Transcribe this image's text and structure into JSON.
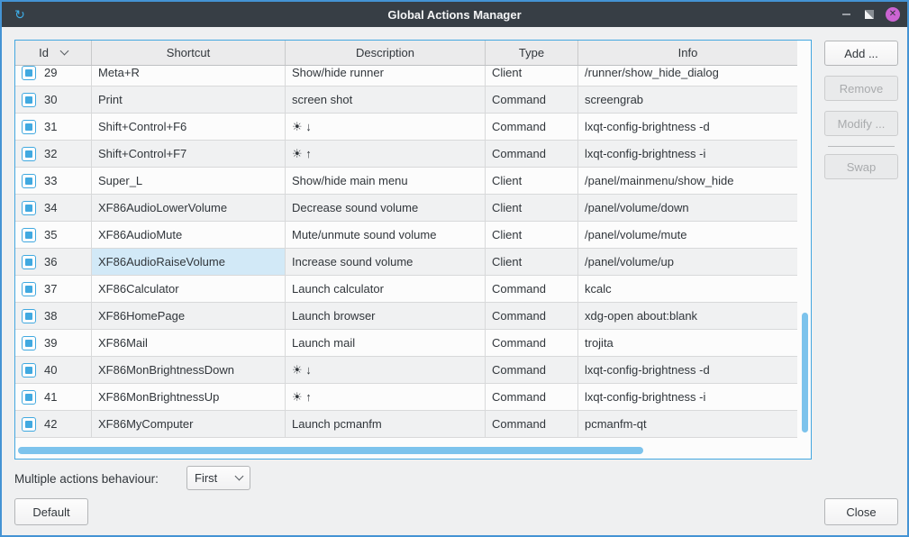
{
  "window": {
    "title": "Global Actions Manager",
    "icon": "circular-arrow",
    "controls": {
      "minimize": "minimize",
      "restore": "restore",
      "close_glyph": "✕"
    }
  },
  "colors": {
    "accent_blue": "#3daee9",
    "titlebar": "#373e45",
    "close_button": "#cb64d2",
    "selection_cell": "#d2e9f7",
    "scrollbar": "#7dc3ec",
    "window_border": "#4493d4"
  },
  "table": {
    "columns": [
      {
        "key": "id",
        "label": "Id",
        "sorted": true
      },
      {
        "key": "shortcut",
        "label": "Shortcut"
      },
      {
        "key": "description",
        "label": "Description"
      },
      {
        "key": "type",
        "label": "Type"
      },
      {
        "key": "info",
        "label": "Info"
      }
    ],
    "selected_cell": {
      "row_id": "36",
      "column": "shortcut"
    },
    "rows": [
      {
        "checked": true,
        "id": "29",
        "shortcut": "Meta+R",
        "description": "Show/hide runner",
        "type": "Client",
        "info": "/runner/show_hide_dialog"
      },
      {
        "checked": true,
        "id": "30",
        "shortcut": "Print",
        "description": "screen shot",
        "type": "Command",
        "info": "screengrab"
      },
      {
        "checked": true,
        "id": "31",
        "shortcut": "Shift+Control+F6",
        "description": "☀ ↓",
        "type": "Command",
        "info": "lxqt-config-brightness -d"
      },
      {
        "checked": true,
        "id": "32",
        "shortcut": "Shift+Control+F7",
        "description": "☀ ↑",
        "type": "Command",
        "info": "lxqt-config-brightness -i"
      },
      {
        "checked": true,
        "id": "33",
        "shortcut": "Super_L",
        "description": "Show/hide main menu",
        "type": "Client",
        "info": "/panel/mainmenu/show_hide"
      },
      {
        "checked": true,
        "id": "34",
        "shortcut": "XF86AudioLowerVolume",
        "description": "Decrease sound volume",
        "type": "Client",
        "info": "/panel/volume/down"
      },
      {
        "checked": true,
        "id": "35",
        "shortcut": "XF86AudioMute",
        "description": "Mute/unmute sound volume",
        "type": "Client",
        "info": "/panel/volume/mute"
      },
      {
        "checked": true,
        "id": "36",
        "shortcut": "XF86AudioRaiseVolume",
        "description": "Increase sound volume",
        "type": "Client",
        "info": "/panel/volume/up"
      },
      {
        "checked": true,
        "id": "37",
        "shortcut": "XF86Calculator",
        "description": "Launch calculator",
        "type": "Command",
        "info": "kcalc"
      },
      {
        "checked": true,
        "id": "38",
        "shortcut": "XF86HomePage",
        "description": "Launch browser",
        "type": "Command",
        "info": "xdg-open about:blank"
      },
      {
        "checked": true,
        "id": "39",
        "shortcut": "XF86Mail",
        "description": "Launch mail",
        "type": "Command",
        "info": "trojita"
      },
      {
        "checked": true,
        "id": "40",
        "shortcut": "XF86MonBrightnessDown",
        "description": "☀ ↓",
        "type": "Command",
        "info": "lxqt-config-brightness -d"
      },
      {
        "checked": true,
        "id": "41",
        "shortcut": "XF86MonBrightnessUp",
        "description": "☀ ↑",
        "type": "Command",
        "info": "lxqt-config-brightness -i"
      },
      {
        "checked": true,
        "id": "42",
        "shortcut": "XF86MyComputer",
        "description": "Launch pcmanfm",
        "type": "Command",
        "info": "pcmanfm-qt"
      }
    ]
  },
  "side_buttons": {
    "add": {
      "label": "Add ...",
      "enabled": true
    },
    "remove": {
      "label": "Remove",
      "enabled": false
    },
    "modify": {
      "label": "Modify ...",
      "enabled": false
    },
    "swap": {
      "label": "Swap",
      "enabled": false
    }
  },
  "footer": {
    "behaviour_label": "Multiple actions behaviour:",
    "behaviour_value": "First",
    "default_button": "Default",
    "close_button": "Close"
  }
}
